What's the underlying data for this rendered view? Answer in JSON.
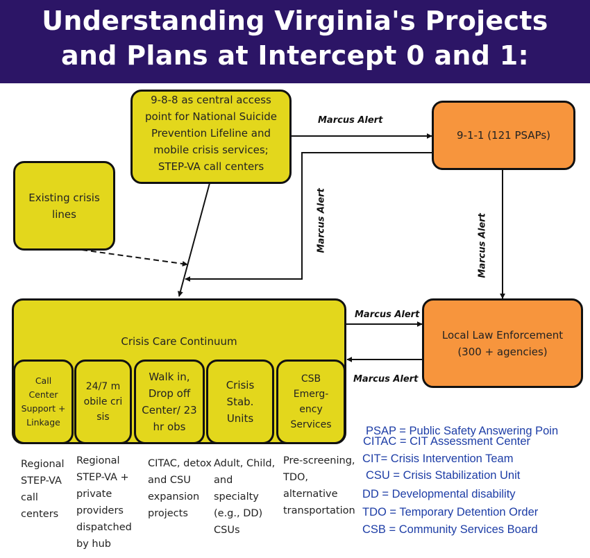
{
  "title": {
    "line1": "Understanding Virginia's Projects",
    "line2": "and Plans at Intercept 0 and 1:"
  },
  "boxes": {
    "nine_eight_eight": "9-8-8 as central access point for National Suicide Prevention Lifeline and mobile crisis services; STEP-VA call centers",
    "nine_one_one": "9-1-1 (121 PSAPs)",
    "existing_crisis_lines": "Existing crisis lines",
    "crisis_care_continuum": "Crisis Care Continuum",
    "local_law_enforcement": "Local Law Enforcement (300 + agencies)"
  },
  "sub_boxes": [
    "Call Center Support + Linkage",
    "24/7 mobile crisis",
    "Walk in, Drop off Center/ 23 hr obs",
    "Crisis Stab. Units",
    "CSB Emerg-ency Services"
  ],
  "arrow_labels": {
    "top": "Marcus Alert",
    "vertical_left": "Marcus Alert",
    "vertical_right": "Marcus Alert",
    "middle_right": "Marcus Alert",
    "lower_right": "Marcus Alert"
  },
  "descriptions": [
    "Regional STEP-VA call centers",
    "Regional STEP-VA + private providers dispatched by hub",
    "CITAC, detox and CSU expansion projects",
    "Adult, Child, and specialty (e.g., DD) CSUs",
    "Pre-screening, TDO, alternative transportation"
  ],
  "legend": [
    "PSAP = Public Safety Answering Poin",
    "CITAC = CIT Assessment Center",
    "CIT= Crisis Intervention Team",
    "CSU = Crisis Stabilization Unit",
    "DD = Developmental disability",
    "TDO = Temporary Detention Order",
    "CSB = Community Services Board"
  ],
  "colors": {
    "header_bg": "#2c1566",
    "yellow_box": "#e3d71c",
    "orange_box": "#f7953d",
    "legend_text": "#1d3da6"
  }
}
